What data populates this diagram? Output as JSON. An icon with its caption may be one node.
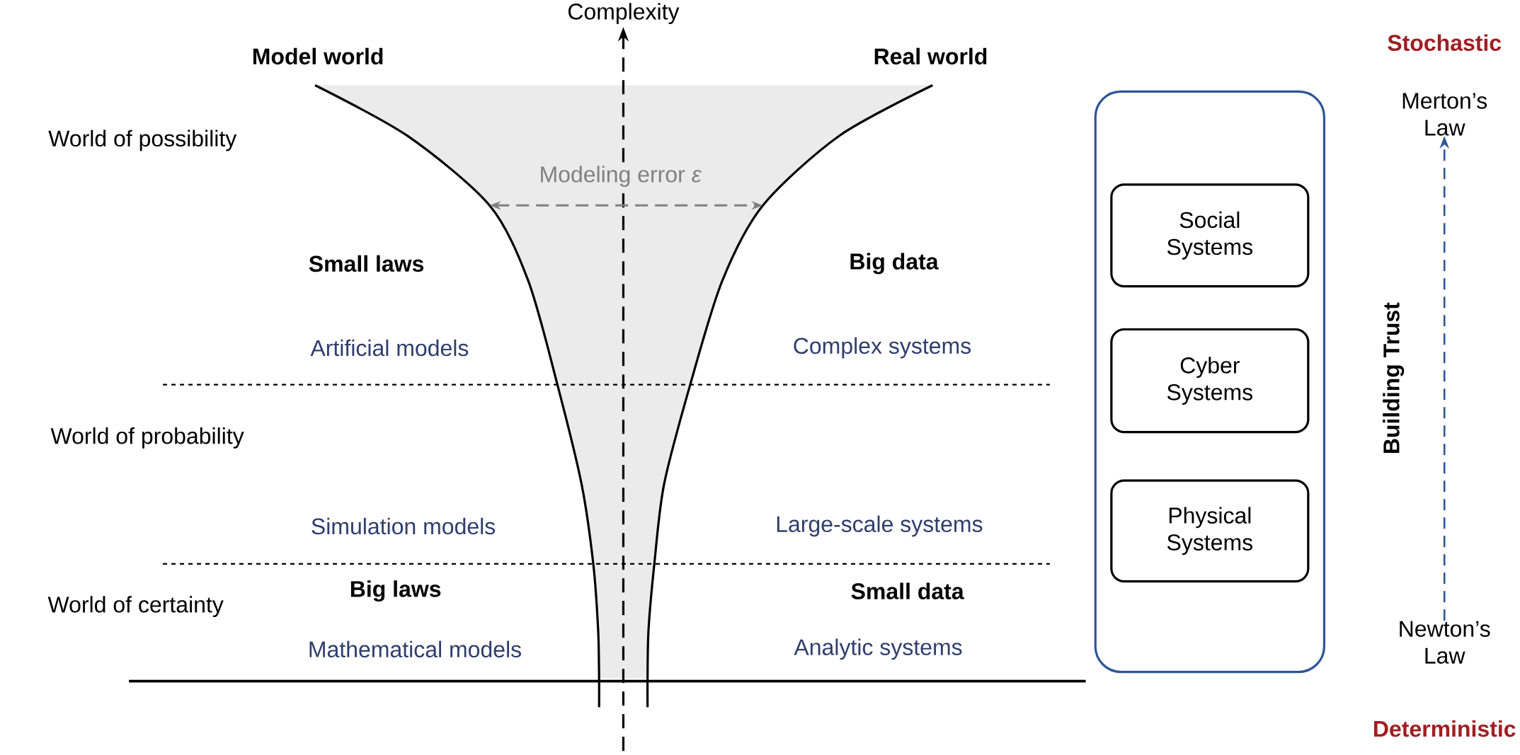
{
  "diagram": {
    "nodes": [
      {
        "text": [],
        "shape": "box"
      },
      {
        "text": [
          "Social Systems"
        ],
        "in": 0
      },
      {
        "text": [
          "Cyber Systems"
        ],
        "in": 0
      },
      {
        "text": [
          "Physical Systems"
        ],
        "in": 0
      },
      {
        "text": [
          "Merton’s Law"
        ]
      },
      {
        "text": [
          "Newton’s Law"
        ]
      }
    ],
    "edges": [
      {
        "from": 5,
        "to": 4,
        "arrow": "to",
        "label": "Building Trust",
        "style": "dashed",
        "color": "#2f5597"
      }
    ],
    "labels": [
      "Complexity",
      "Model world",
      "Real world",
      "Stochastic",
      "World of possibility",
      "Modeling error *ε*",
      "Small laws",
      "Big data",
      "Artificial models",
      "Complex systems",
      "World of probability",
      "Simulation models",
      "Large-scale systems",
      "World of certainty",
      "Big laws",
      "Small data",
      "Mathematical models",
      "Analytic systems",
      "Deterministic"
    ]
  }
}
